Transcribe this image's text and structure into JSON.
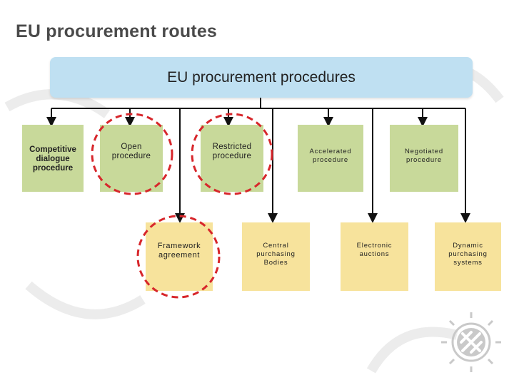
{
  "title": "EU procurement routes",
  "root": {
    "label": "EU procurement procedures"
  },
  "procedures": [
    {
      "id": "competitive",
      "label": "Competitive dialogue procedure"
    },
    {
      "id": "open",
      "label": "Open procedure"
    },
    {
      "id": "restricted",
      "label": "Restricted procedure"
    },
    {
      "id": "accelerated",
      "label": "Accelerated procedure"
    },
    {
      "id": "negotiated",
      "label": "Negotiated procedure"
    }
  ],
  "instruments": [
    {
      "id": "framework",
      "label": "Framework agreement"
    },
    {
      "id": "central",
      "label": "Central purchasing Bodies"
    },
    {
      "id": "electronic",
      "label": "Electronic auctions"
    },
    {
      "id": "dynamic",
      "label": "Dynamic purchasing systems"
    }
  ],
  "colors": {
    "root_fill": "#bfe0f2",
    "procedure_fill": "#c8d99a",
    "instrument_fill": "#f7e39c",
    "highlight_dash": "#d7262b",
    "connector": "#111111"
  }
}
